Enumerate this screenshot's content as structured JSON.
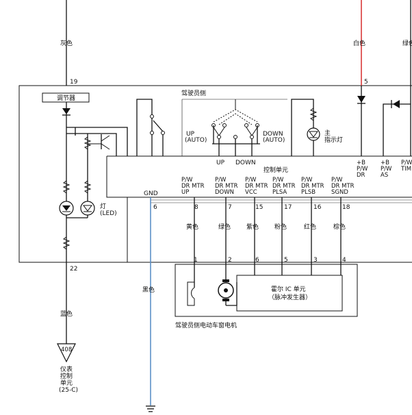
{
  "colors": {
    "wire_default": "#111111",
    "wire_white_red": "#d62a2a",
    "wire_black_blue": "#5b8fc7",
    "grey_band": "#9a9a9a"
  },
  "top_left": {
    "wire_color": "灰色",
    "pin": "19",
    "regulator": "调节器"
  },
  "driver_switch": {
    "title": "驾驶员侧",
    "up_auto": [
      "UP",
      "(AUTO)"
    ],
    "down_auto": [
      "DOWN",
      "(AUTO)"
    ],
    "up": "UP",
    "down": "DOWN"
  },
  "main_light": [
    "主",
    "指示灯"
  ],
  "lamp_led": [
    "灯",
    "(LED)"
  ],
  "top_right": {
    "wire_white": "白色",
    "wire_green_partial": "绿色",
    "pin": "5"
  },
  "control_unit": {
    "title": "控制单元",
    "gnd": "GND",
    "gnd_pin": "6",
    "right_labels": [
      [
        "+B",
        "P/W",
        "DR"
      ],
      [
        "+B",
        "P/W",
        "AS"
      ],
      [
        "P/W",
        "TIM"
      ]
    ]
  },
  "terminals": [
    {
      "label": [
        "P/W",
        "DR MTR",
        "UP"
      ],
      "pin": "8",
      "color": "黄色",
      "motor_pin": "1"
    },
    {
      "label": [
        "P/W",
        "DR MTR",
        "DOWN"
      ],
      "pin": "7",
      "color": "绿色",
      "motor_pin": "2"
    },
    {
      "label": [
        "P/W",
        "DR MTR",
        "VCC"
      ],
      "pin": "15",
      "color": "紫色",
      "motor_pin": "6"
    },
    {
      "label": [
        "P/W",
        "DR MTR",
        "PLSA"
      ],
      "pin": "17",
      "color": "粉色",
      "motor_pin": "5"
    },
    {
      "label": [
        "P/W",
        "DR MTR",
        "PLSB"
      ],
      "pin": "16",
      "color": "红色",
      "motor_pin": "3"
    },
    {
      "label": [
        "P/W",
        "DR MTR",
        "SGND"
      ],
      "pin": "18",
      "color": "棕色",
      "motor_pin": "4"
    }
  ],
  "hall_unit": [
    "霍尔 IC 单元",
    "（脉冲发生器）"
  ],
  "motor_caption": "驾驶员侧电动车窗电机",
  "black_wire": "黑色",
  "bottom_left": {
    "pin": "22",
    "wire_color": "蓝色",
    "connector": "408",
    "destination": [
      "仪表",
      "控制",
      "单元",
      "(25-C)"
    ]
  }
}
